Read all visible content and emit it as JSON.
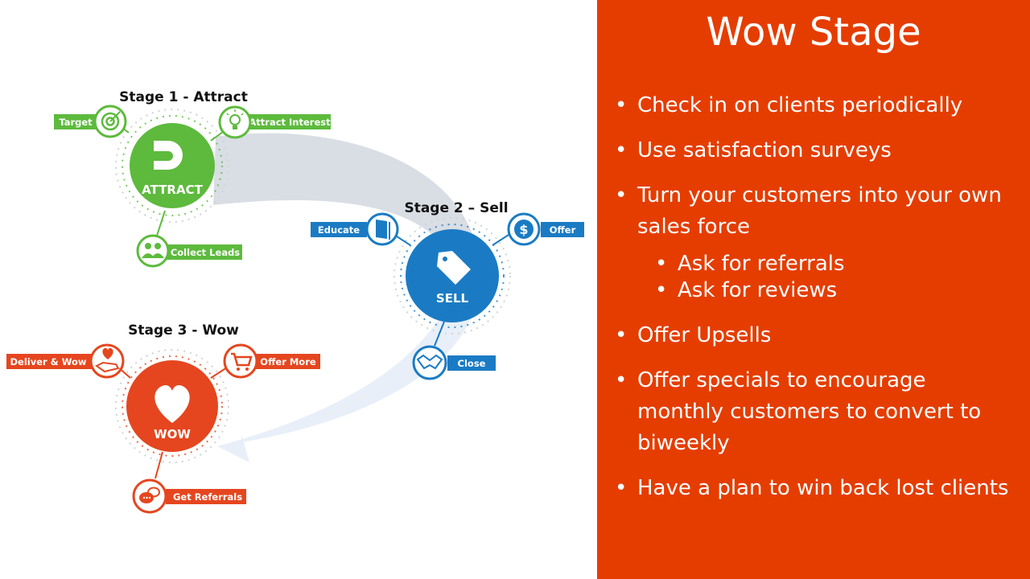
{
  "diagram": {
    "stage1": {
      "title": "Stage 1 - Attract",
      "hub": "ATTRACT",
      "nodes": {
        "target": "Target",
        "attract_interest": "Attract Interest",
        "collect_leads": "Collect Leads"
      },
      "color": "#5dba3d"
    },
    "stage2": {
      "title": "Stage 2 – Sell",
      "hub": "SELL",
      "nodes": {
        "educate": "Educate",
        "offer": "Offer",
        "close": "Close"
      },
      "color": "#1a7bc4"
    },
    "stage3": {
      "title": "Stage 3 - Wow",
      "hub": "WOW",
      "nodes": {
        "deliver_wow": "Deliver & Wow",
        "offer_more": "Offer More",
        "get_referrals": "Get Referrals"
      },
      "color": "#e5461f"
    },
    "icons": {
      "hub1": "magnet-icon",
      "hub2": "price-tag-icon",
      "hub3": "heart-icon",
      "n1": "target-icon",
      "n2": "lightbulb-icon",
      "n3": "people-icon",
      "n4": "book-icon",
      "n5": "dollar-icon",
      "n6": "handshake-icon",
      "n7": "heart-hand-icon",
      "n8": "cart-icon",
      "n9": "chat-bubble-icon"
    }
  },
  "panel": {
    "title": "Wow Stage",
    "background": "#e53d00",
    "bullets": [
      {
        "text": "Check in on clients periodically",
        "level": 1
      },
      {
        "text": "Use satisfaction surveys",
        "level": 1
      },
      {
        "text": "Turn your customers into your own sales force",
        "level": 1
      },
      {
        "text": "Ask for referrals",
        "level": 2
      },
      {
        "text": "Ask for reviews",
        "level": 2
      },
      {
        "text": "Offer Upsells",
        "level": 1
      },
      {
        "text": "Offer specials to encourage monthly customers to convert to biweekly",
        "level": 1
      },
      {
        "text": "Have a plan to win back lost clients",
        "level": 1
      }
    ]
  }
}
